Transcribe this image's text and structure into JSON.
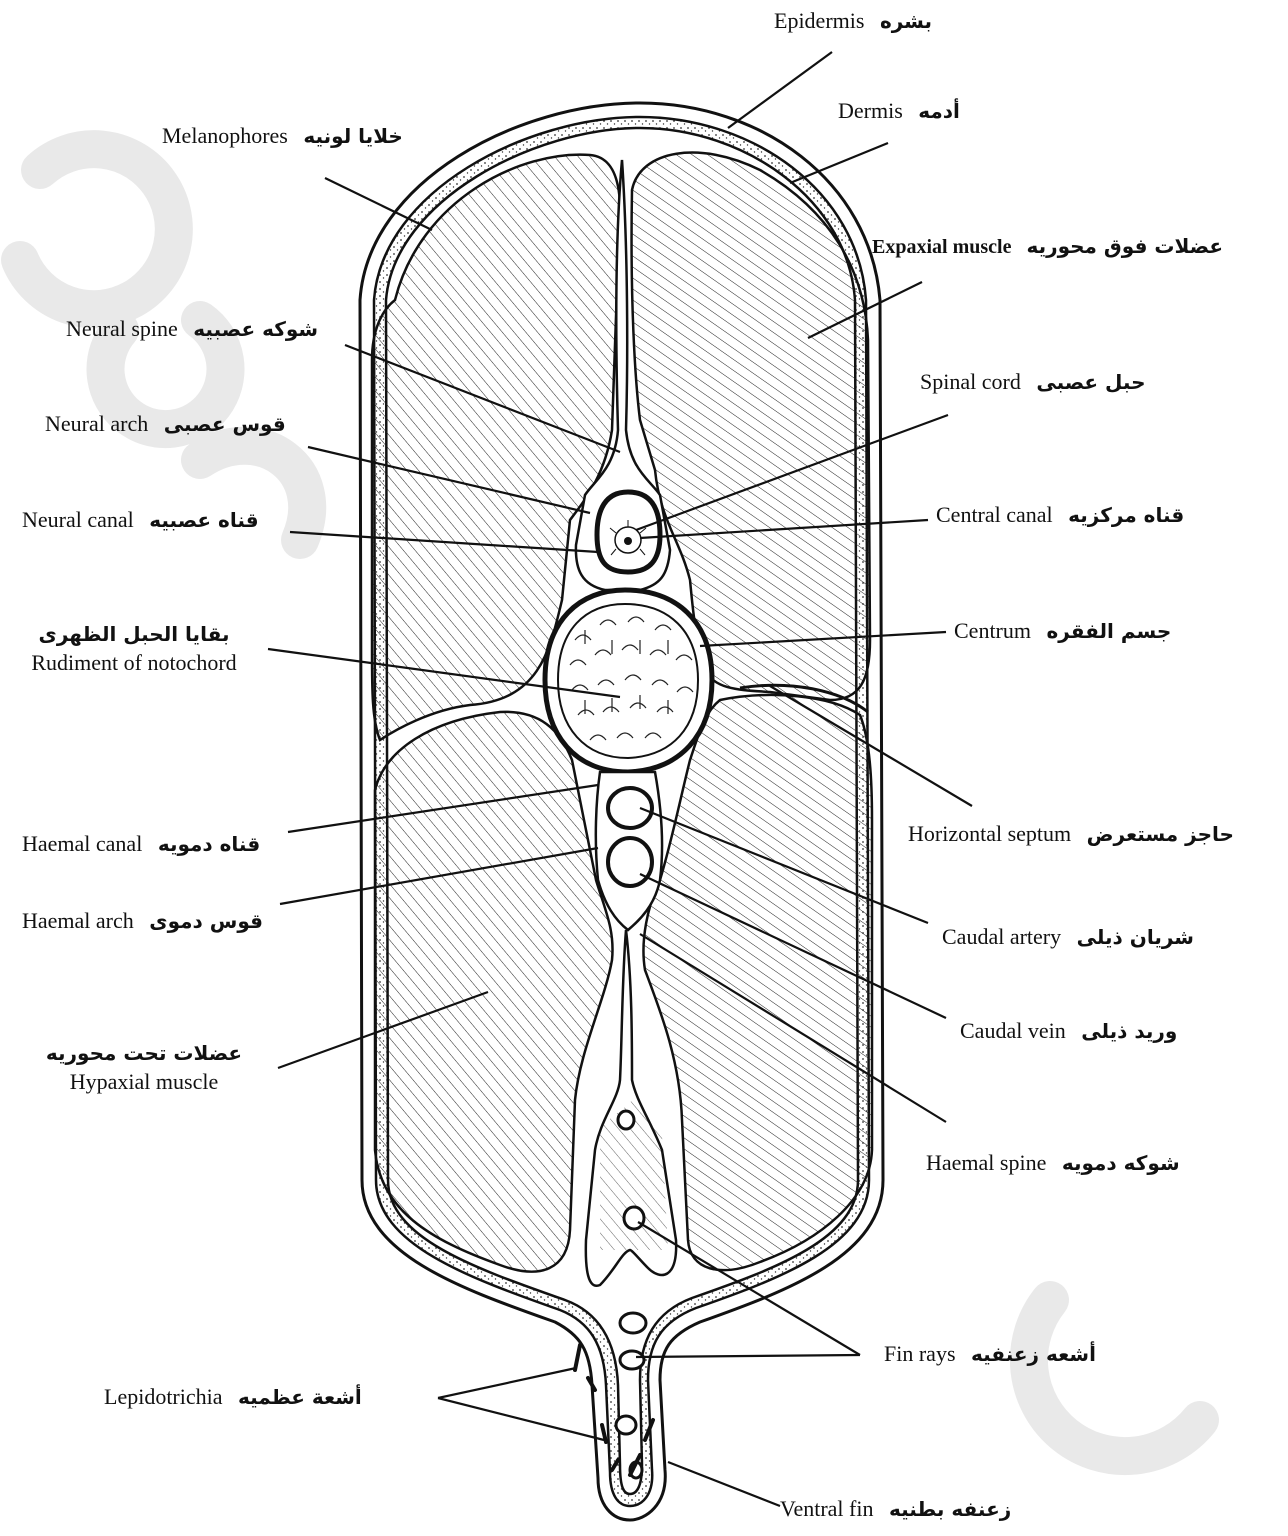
{
  "labels": {
    "epidermis": {
      "en": "Epidermis",
      "ar": "بشره"
    },
    "dermis": {
      "en": "Dermis",
      "ar": "أدمه"
    },
    "melanophores": {
      "en": "Melanophores",
      "ar": "خلايا لونيه"
    },
    "expaxial_muscle": {
      "en": "Expaxial muscle",
      "ar": "عضلات فوق محوريه"
    },
    "neural_spine": {
      "en": "Neural spine",
      "ar": "شوكه عصبيه"
    },
    "spinal_cord": {
      "en": "Spinal cord",
      "ar": "حبل عصبى"
    },
    "neural_arch": {
      "en": "Neural arch",
      "ar": "قوس عصبى"
    },
    "neural_canal": {
      "en": "Neural canal",
      "ar": "قناه عصبيه"
    },
    "central_canal": {
      "en": "Central canal",
      "ar": "قناه مركزيه"
    },
    "rudiment_notochord": {
      "en": "Rudiment of notochord",
      "ar": "بقايا الحبل الظهرى"
    },
    "centrum": {
      "en": "Centrum",
      "ar": "جسم الفقره"
    },
    "horizontal_septum": {
      "en": "Horizontal septum",
      "ar": "حاجز مستعرض"
    },
    "haemal_canal": {
      "en": "Haemal canal",
      "ar": "قناه دمويه"
    },
    "haemal_arch": {
      "en": "Haemal arch",
      "ar": "قوس دموى"
    },
    "caudal_artery": {
      "en": "Caudal artery",
      "ar": "شريان ذيلى"
    },
    "caudal_vein": {
      "en": "Caudal vein",
      "ar": "وريد ذيلى"
    },
    "hypaxial_muscle": {
      "en": "Hypaxial muscle",
      "ar": "عضلات تحت محوريه"
    },
    "haemal_spine": {
      "en": "Haemal spine",
      "ar": "شوكه دمويه"
    },
    "fin_rays": {
      "en": "Fin rays",
      "ar": "أشعه زعنفيه"
    },
    "lepidotrichia": {
      "en": "Lepidotrichia",
      "ar": "أشعة عظميه"
    },
    "ventral_fin": {
      "en": "Ventral fin",
      "ar": "زعنفه بطنيه"
    }
  },
  "colors": {
    "ink": "#111111",
    "paper": "#ffffff",
    "watermark": "#e6e6e6"
  }
}
